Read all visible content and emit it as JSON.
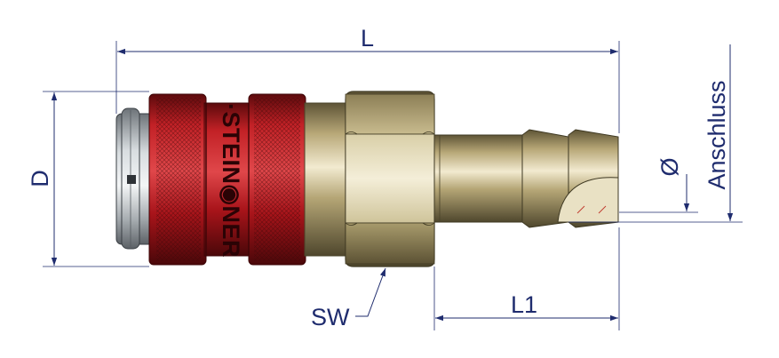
{
  "labels": {
    "length_total": "L",
    "length_tail": "L1",
    "diameter_outer": "D",
    "wrench_size": "SW",
    "hose_connection": "Anschluss",
    "diameter_symbol": "Ø",
    "brand_marking": "·STEIN◉NER"
  },
  "colors": {
    "dimension": "#1f2c6e",
    "red_sleeve": "#b3171c",
    "red_dark": "#6e0b0e",
    "brass": "#c9b98a",
    "brass_dark": "#6b5f3e",
    "steel": "#c8ccd0"
  }
}
